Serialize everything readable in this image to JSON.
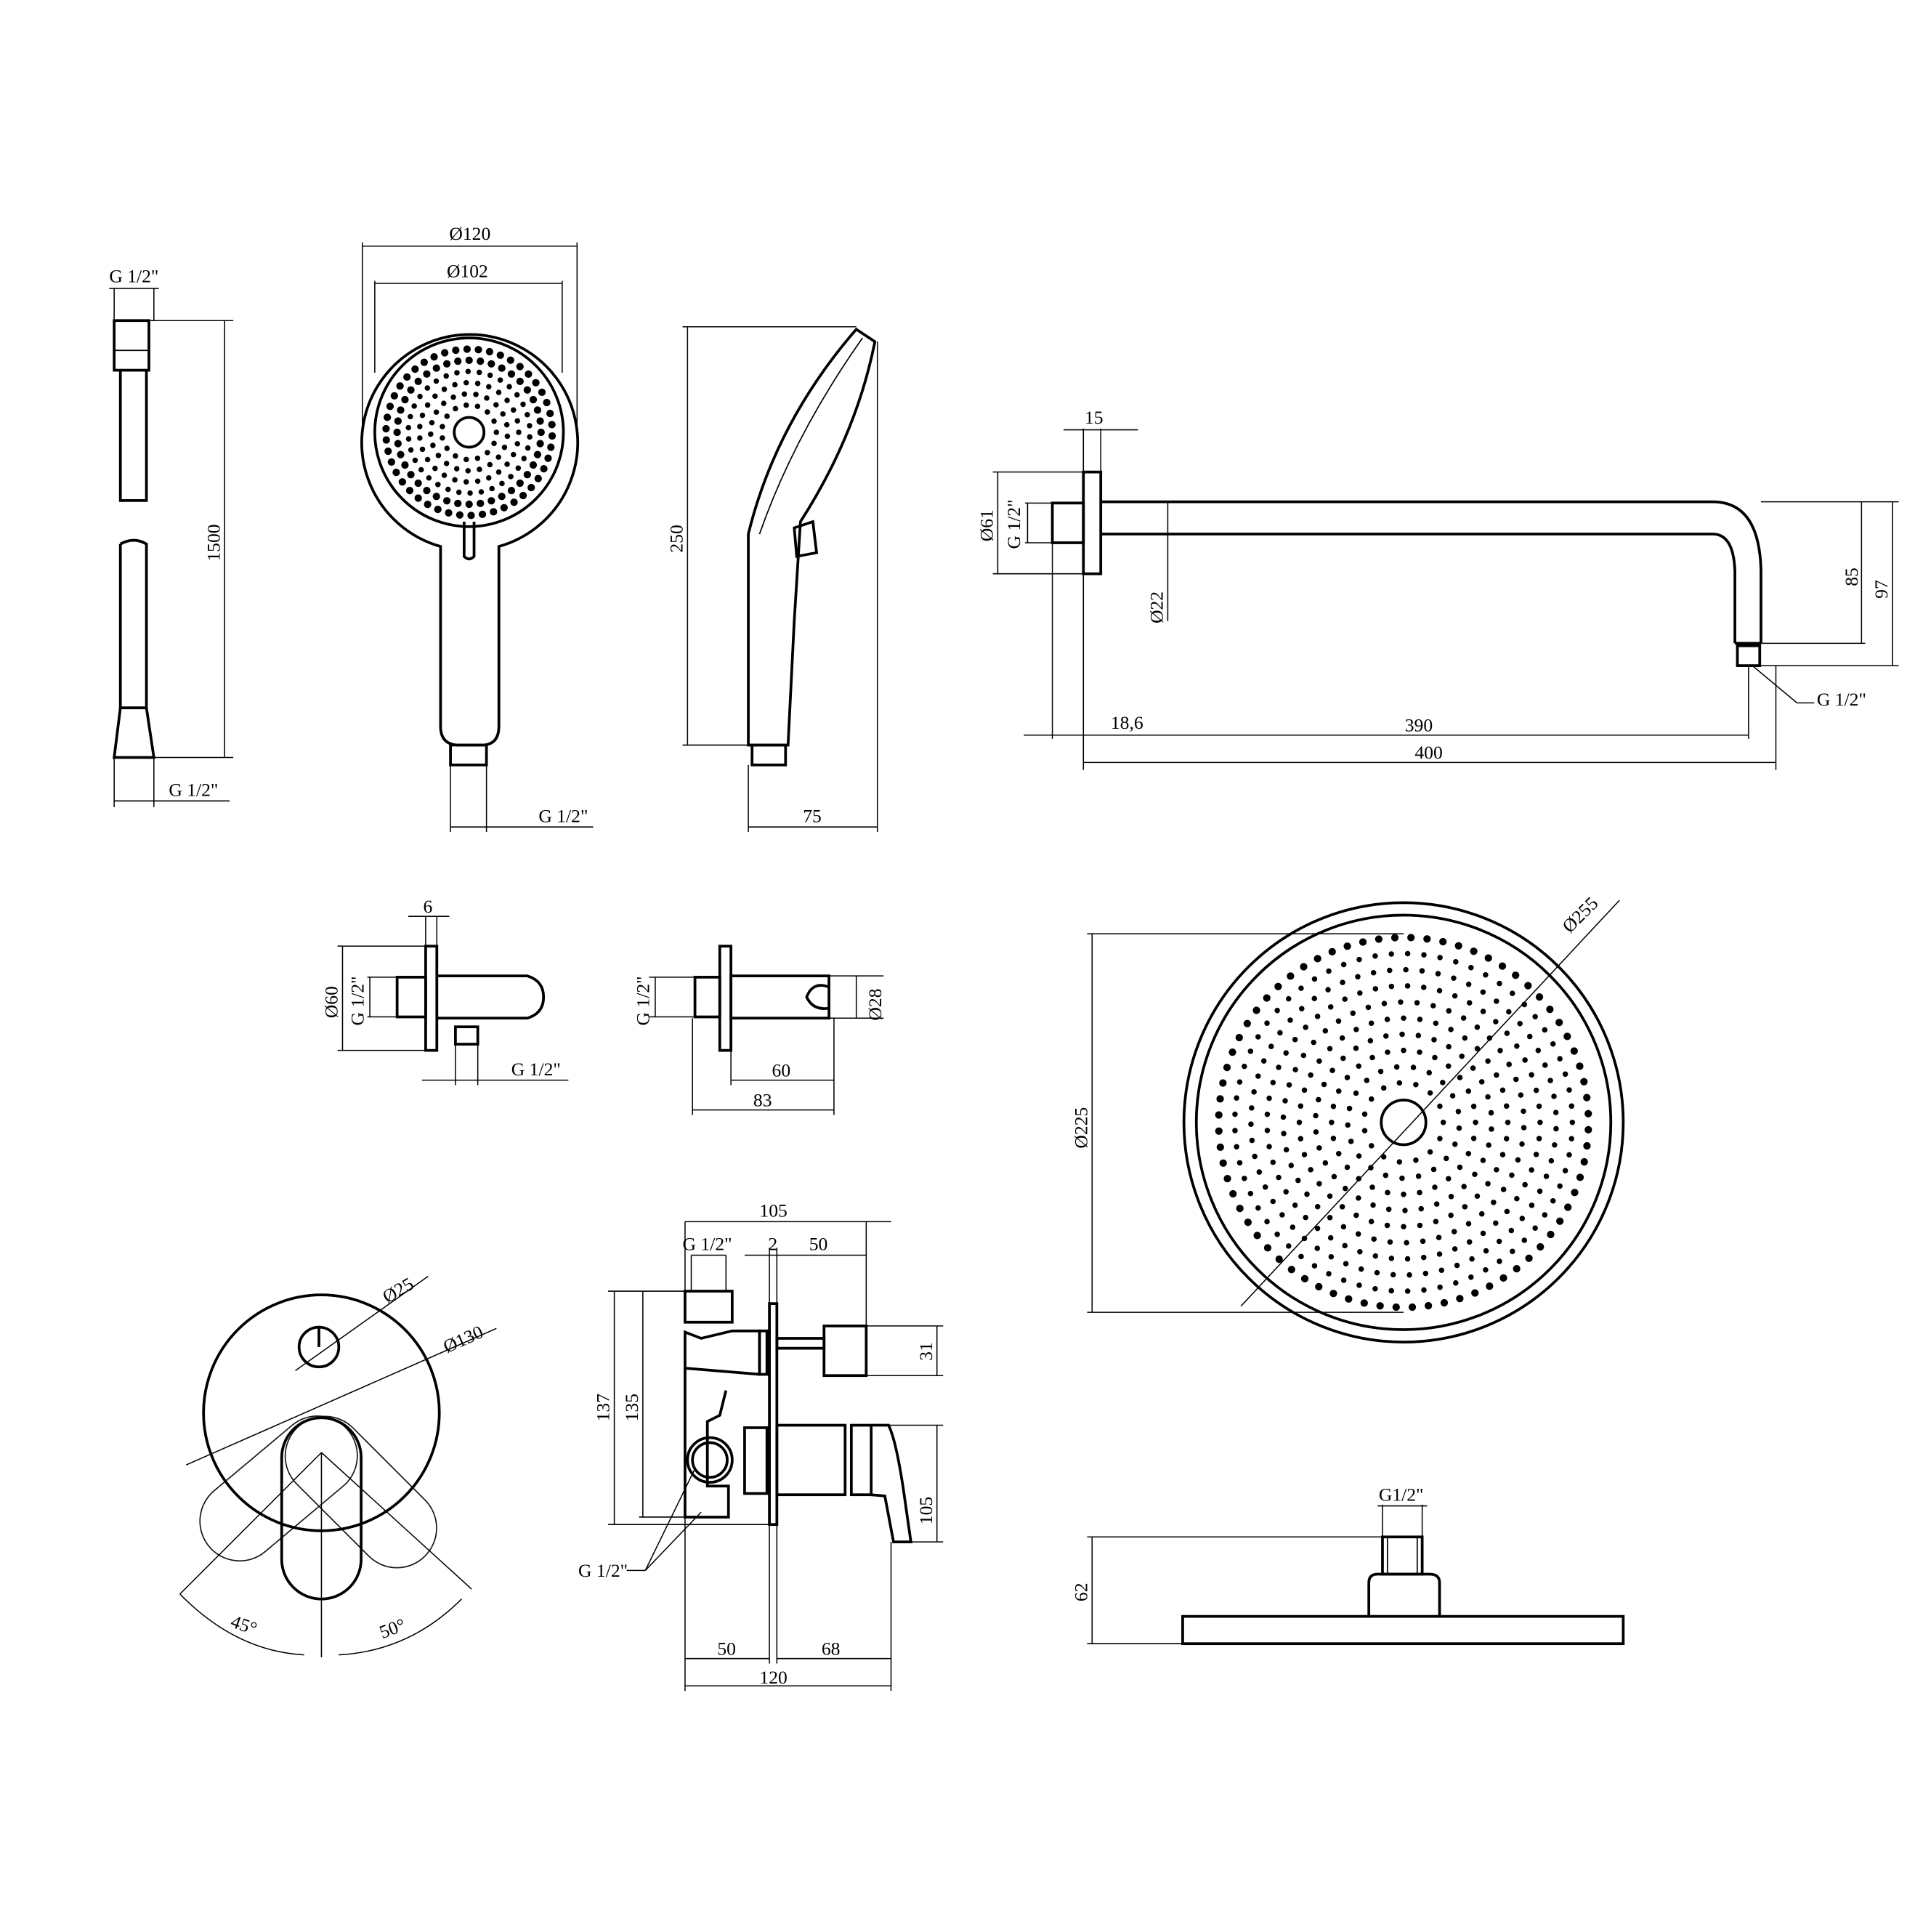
{
  "colors": {
    "line": "#000000",
    "background": "#ffffff"
  },
  "hose": {
    "top_thread": "G 1/2\"",
    "length": "1500",
    "bottom_thread": "G 1/2\""
  },
  "hand_shower_front": {
    "outer_diameter": "Ø120",
    "inner_diameter": "Ø102",
    "thread": "G 1/2\""
  },
  "hand_shower_side": {
    "length": "250",
    "depth": "75"
  },
  "shower_arm": {
    "flange_thickness": "15",
    "flange_diameter": "Ø61",
    "wall_thread": "G 1/2\"",
    "pipe_diameter": "Ø22",
    "drop_inner": "85",
    "drop_outer": "97",
    "outlet_thread": "G 1/2\"",
    "offset": "18,6",
    "length_inner": "390",
    "length_total": "400"
  },
  "wall_outlet_holder": {
    "flange_thickness": "6",
    "flange_diameter": "Ø60",
    "wall_thread": "G 1/2\"",
    "outlet_thread": "G 1/2\""
  },
  "holder": {
    "wall_thread": "G 1/2\"",
    "cradle_diameter": "Ø28",
    "projection": "60",
    "total_projection": "83"
  },
  "rain_shower_head": {
    "outer_diameter": "Ø255",
    "inner_diameter": "Ø225"
  },
  "rain_head_side": {
    "thread": "G1/2\"",
    "height": "62"
  },
  "mixer_front": {
    "knob_diameter": "Ø25",
    "plate_diameter": "Ø130",
    "angle_left": "45°",
    "angle_right": "50°"
  },
  "mixer_side": {
    "top_width": "105",
    "top_thread": "G 1/2\"",
    "plate_thickness": "2",
    "outlet_projection": "50",
    "height_outer": "137",
    "height_inner": "135",
    "outlet_height": "31",
    "lever_height": "105",
    "side_threads": "G 1/2\"",
    "body_depth": "50",
    "lever_projection": "68",
    "total_depth": "120"
  }
}
